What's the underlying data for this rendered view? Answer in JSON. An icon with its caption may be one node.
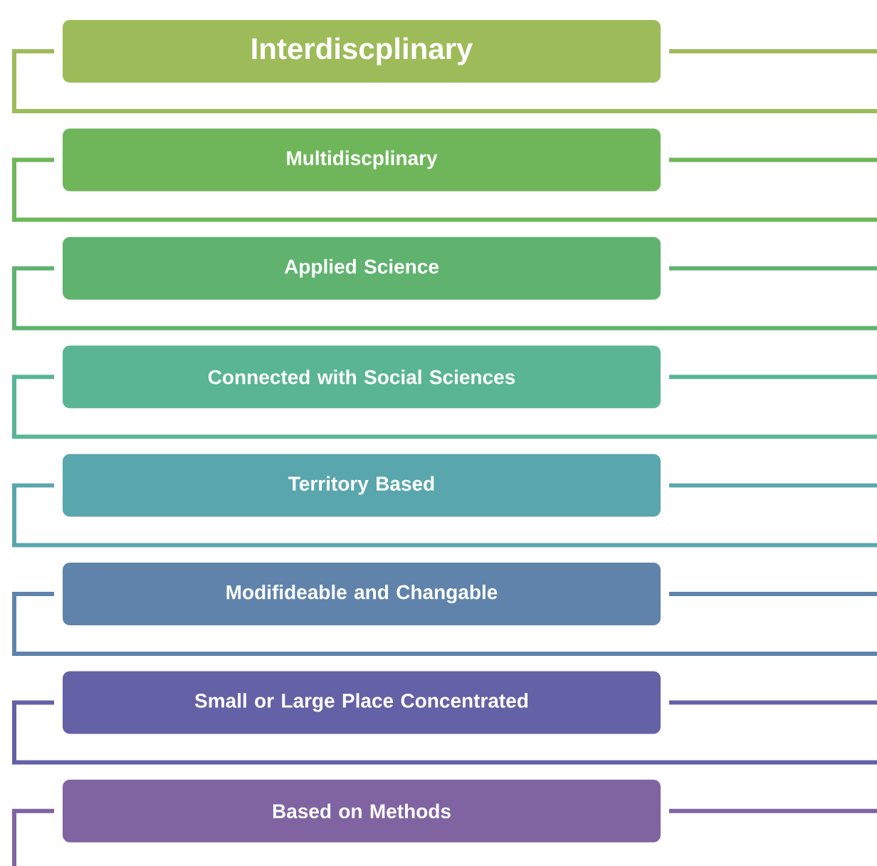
{
  "diagram": {
    "nodes": [
      {
        "text": [
          "Interdiscplinary"
        ]
      },
      {
        "text": [
          "Multidiscplinary"
        ]
      },
      {
        "text": [
          "Applied Science"
        ]
      },
      {
        "text": [
          "Connected with Social Sciences"
        ]
      },
      {
        "text": [
          "Territory Based"
        ]
      },
      {
        "text": [
          "Modifideable and Changable"
        ]
      },
      {
        "text": [
          "Small or Large Place Concentrated"
        ]
      },
      {
        "text": [
          "Based on Methods"
        ]
      }
    ]
  }
}
